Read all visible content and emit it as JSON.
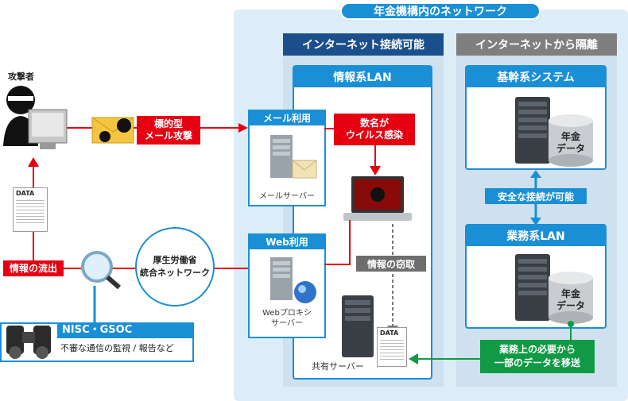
{
  "zone": {
    "title": "年金機構内のネットワーク"
  },
  "internet_side": {
    "header": "インターネット接続可能"
  },
  "isolated_side": {
    "header": "インターネットから隔離"
  },
  "info_lan": {
    "title": "情報系LAN"
  },
  "core_system": {
    "title": "基幹系システム",
    "db_label": "年金\nデータ"
  },
  "business_lan": {
    "title": "業務系LAN",
    "db_label": "年金\nデータ"
  },
  "safe_connection": "安全な接続が可能",
  "mail_use": {
    "title": "メール利用",
    "server_label": "メールサーバー"
  },
  "web_use": {
    "title": "Web利用",
    "server_label": "Webプロキシ\nサーバー"
  },
  "infected": "数名が\nウイルス感染",
  "theft": "情報の窃取",
  "shared_server": "共有サーバー",
  "data_doc": "DATA",
  "migrate": "業務上の必要から\n一部のデータを移送",
  "attacker": "攻撃者",
  "targeted_mail": "標的型\nメール攻撃",
  "leak": "情報の流出",
  "mhlw_network": "厚生労働省\n統合ネットワーク",
  "nisc": {
    "title": "NISC・GSOC",
    "desc": "不審な通信の監視 / 報告など"
  },
  "colors": {
    "zone_bg": "#dcedf8",
    "blue": "#1a8fd6",
    "dark_blue": "#1b4f8c",
    "red": "#e60012",
    "green": "#109a45",
    "gray": "#7f7f7f"
  }
}
